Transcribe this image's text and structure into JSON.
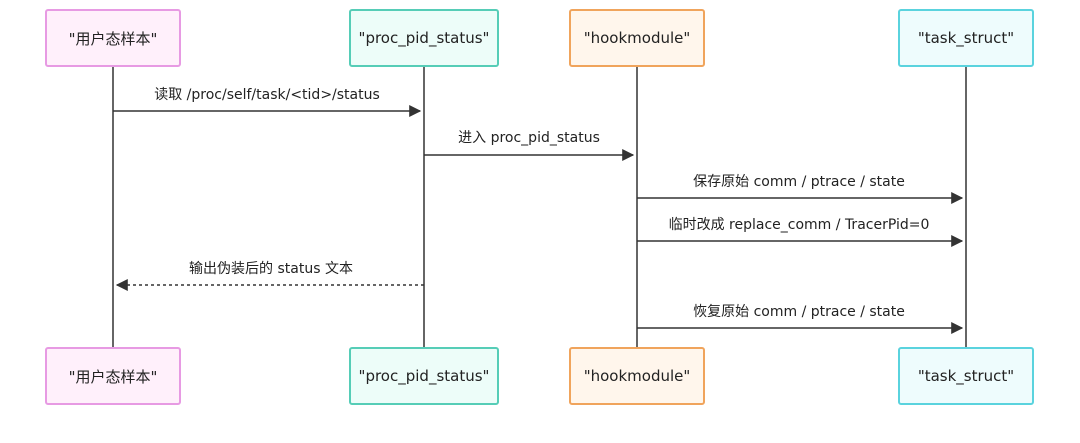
{
  "participants": [
    {
      "id": "p0",
      "label": "\"用户态样本\""
    },
    {
      "id": "p1",
      "label": "\"proc_pid_status\""
    },
    {
      "id": "p2",
      "label": "\"hookmodule\""
    },
    {
      "id": "p3",
      "label": "\"task_struct\""
    }
  ],
  "messages": [
    {
      "from": "p0",
      "to": "p1",
      "label": "读取 /proc/self/task/<tid>/status",
      "style": "solid"
    },
    {
      "from": "p1",
      "to": "p2",
      "label": "进入 proc_pid_status",
      "style": "solid"
    },
    {
      "from": "p2",
      "to": "p3",
      "label": "保存原始 comm / ptrace / state",
      "style": "solid"
    },
    {
      "from": "p2",
      "to": "p3",
      "label": "临时改成 replace_comm / TracerPid=0",
      "style": "solid"
    },
    {
      "from": "p1",
      "to": "p0",
      "label": "输出伪装后的 status 文本",
      "style": "dashed"
    },
    {
      "from": "p2",
      "to": "p3",
      "label": "恢复原始 comm / ptrace / state",
      "style": "solid"
    }
  ],
  "colors": {
    "line": "#333333",
    "p0_border": "#e79ae3",
    "p1_border": "#56cdb7",
    "p2_border": "#f0a45c",
    "p3_border": "#5ad3de"
  }
}
